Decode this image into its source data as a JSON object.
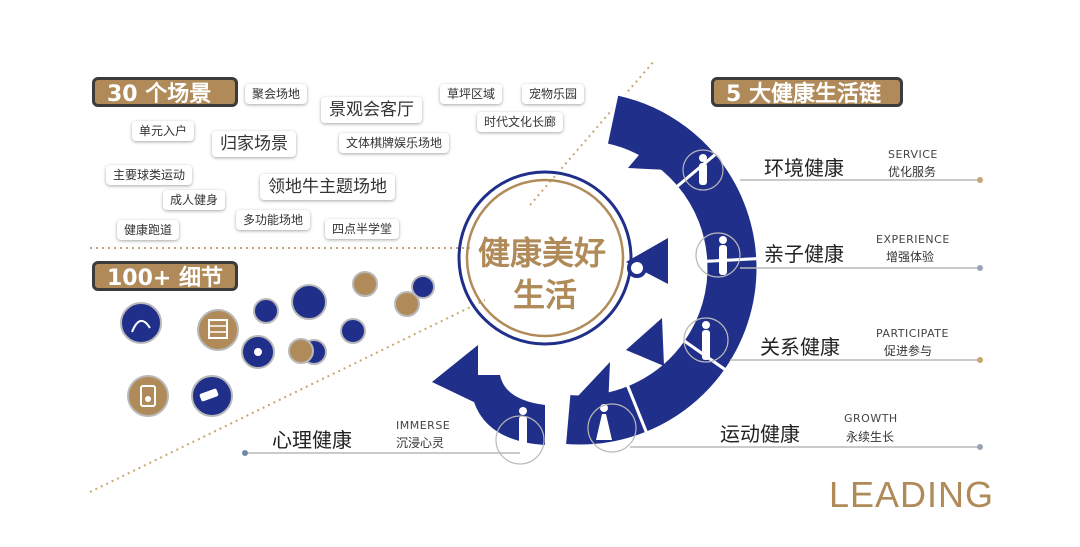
{
  "left_panel": {
    "scenes_title": "30 个场景",
    "scene_chips": [
      {
        "id": "juhui",
        "label": "聚会场地"
      },
      {
        "id": "jingguan",
        "label": "景观会客厅"
      },
      {
        "id": "caoping",
        "label": "草坪区域"
      },
      {
        "id": "chongwu",
        "label": "宠物乐园"
      },
      {
        "id": "danyuan",
        "label": "单元入户"
      },
      {
        "id": "guijia",
        "label": "归家场景"
      },
      {
        "id": "wenti",
        "label": "文体棋牌娱乐场地"
      },
      {
        "id": "shidai",
        "label": "时代文化长廊"
      },
      {
        "id": "qiulei",
        "label": "主要球类运动"
      },
      {
        "id": "lingdi",
        "label": "领地牛主题场地"
      },
      {
        "id": "chengren",
        "label": "成人健身"
      },
      {
        "id": "duogongneng",
        "label": "多功能场地"
      },
      {
        "id": "sidian",
        "label": "四点半学堂"
      },
      {
        "id": "jiankangpaodao",
        "label": "健康跑道"
      }
    ],
    "details_title": "100+ 细节"
  },
  "center": {
    "line1": "健康美好",
    "line2": "生活"
  },
  "chain": {
    "title": "5 大健康生活链",
    "items": [
      {
        "id": "huanjing",
        "zh": "环境健康",
        "en": "SERVICE",
        "sub": "优化服务"
      },
      {
        "id": "qinzi",
        "zh": "亲子健康",
        "en": "EXPERIENCE",
        "sub": "增强体验"
      },
      {
        "id": "guanxi",
        "zh": "关系健康",
        "en": "PARTICIPATE",
        "sub": "促进参与"
      },
      {
        "id": "yundong",
        "zh": "运动健康",
        "en": "GROWTH",
        "sub": "永续生长"
      },
      {
        "id": "xinli",
        "zh": "心理健康",
        "en": "IMMERSE",
        "sub": "沉浸心灵"
      }
    ]
  },
  "brand": "LEADING",
  "colors": {
    "navy": "#1f2f8a",
    "gold": "#b08a58",
    "dark": "#3b3b3b"
  }
}
